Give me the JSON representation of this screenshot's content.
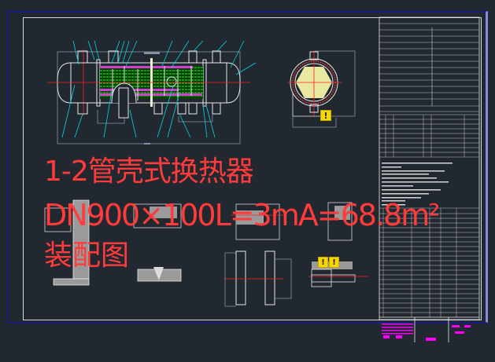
{
  "drawing": {
    "title_line1": "1-2管壳式换热器",
    "title_line2": "DN900×100L=3mA=68.8m²",
    "title_line3": "装配图",
    "background_color": "#212830",
    "outer_frame_color": "#1414c8",
    "inner_frame_color": "#e6e6e6",
    "title_color": "#ff3b3b",
    "warning_badge_color": "#f5d800",
    "highlight_color": "#ff00ff",
    "leader_color": "#00d8e0",
    "tube_color": "#00e000"
  },
  "views": {
    "main_elevation": "heat-exchanger-elevation",
    "side_section": "tube-sheet-section",
    "details": [
      "weld-detail-1",
      "weld-detail-2",
      "flange-detail",
      "nozzle-detail",
      "tube-sheet-detail"
    ]
  },
  "warnings": [
    {
      "icon": "warning-icon",
      "symbol": "!"
    },
    {
      "icon": "warning-icon",
      "symbol": "!"
    },
    {
      "icon": "warning-icon",
      "symbol": "!"
    }
  ]
}
